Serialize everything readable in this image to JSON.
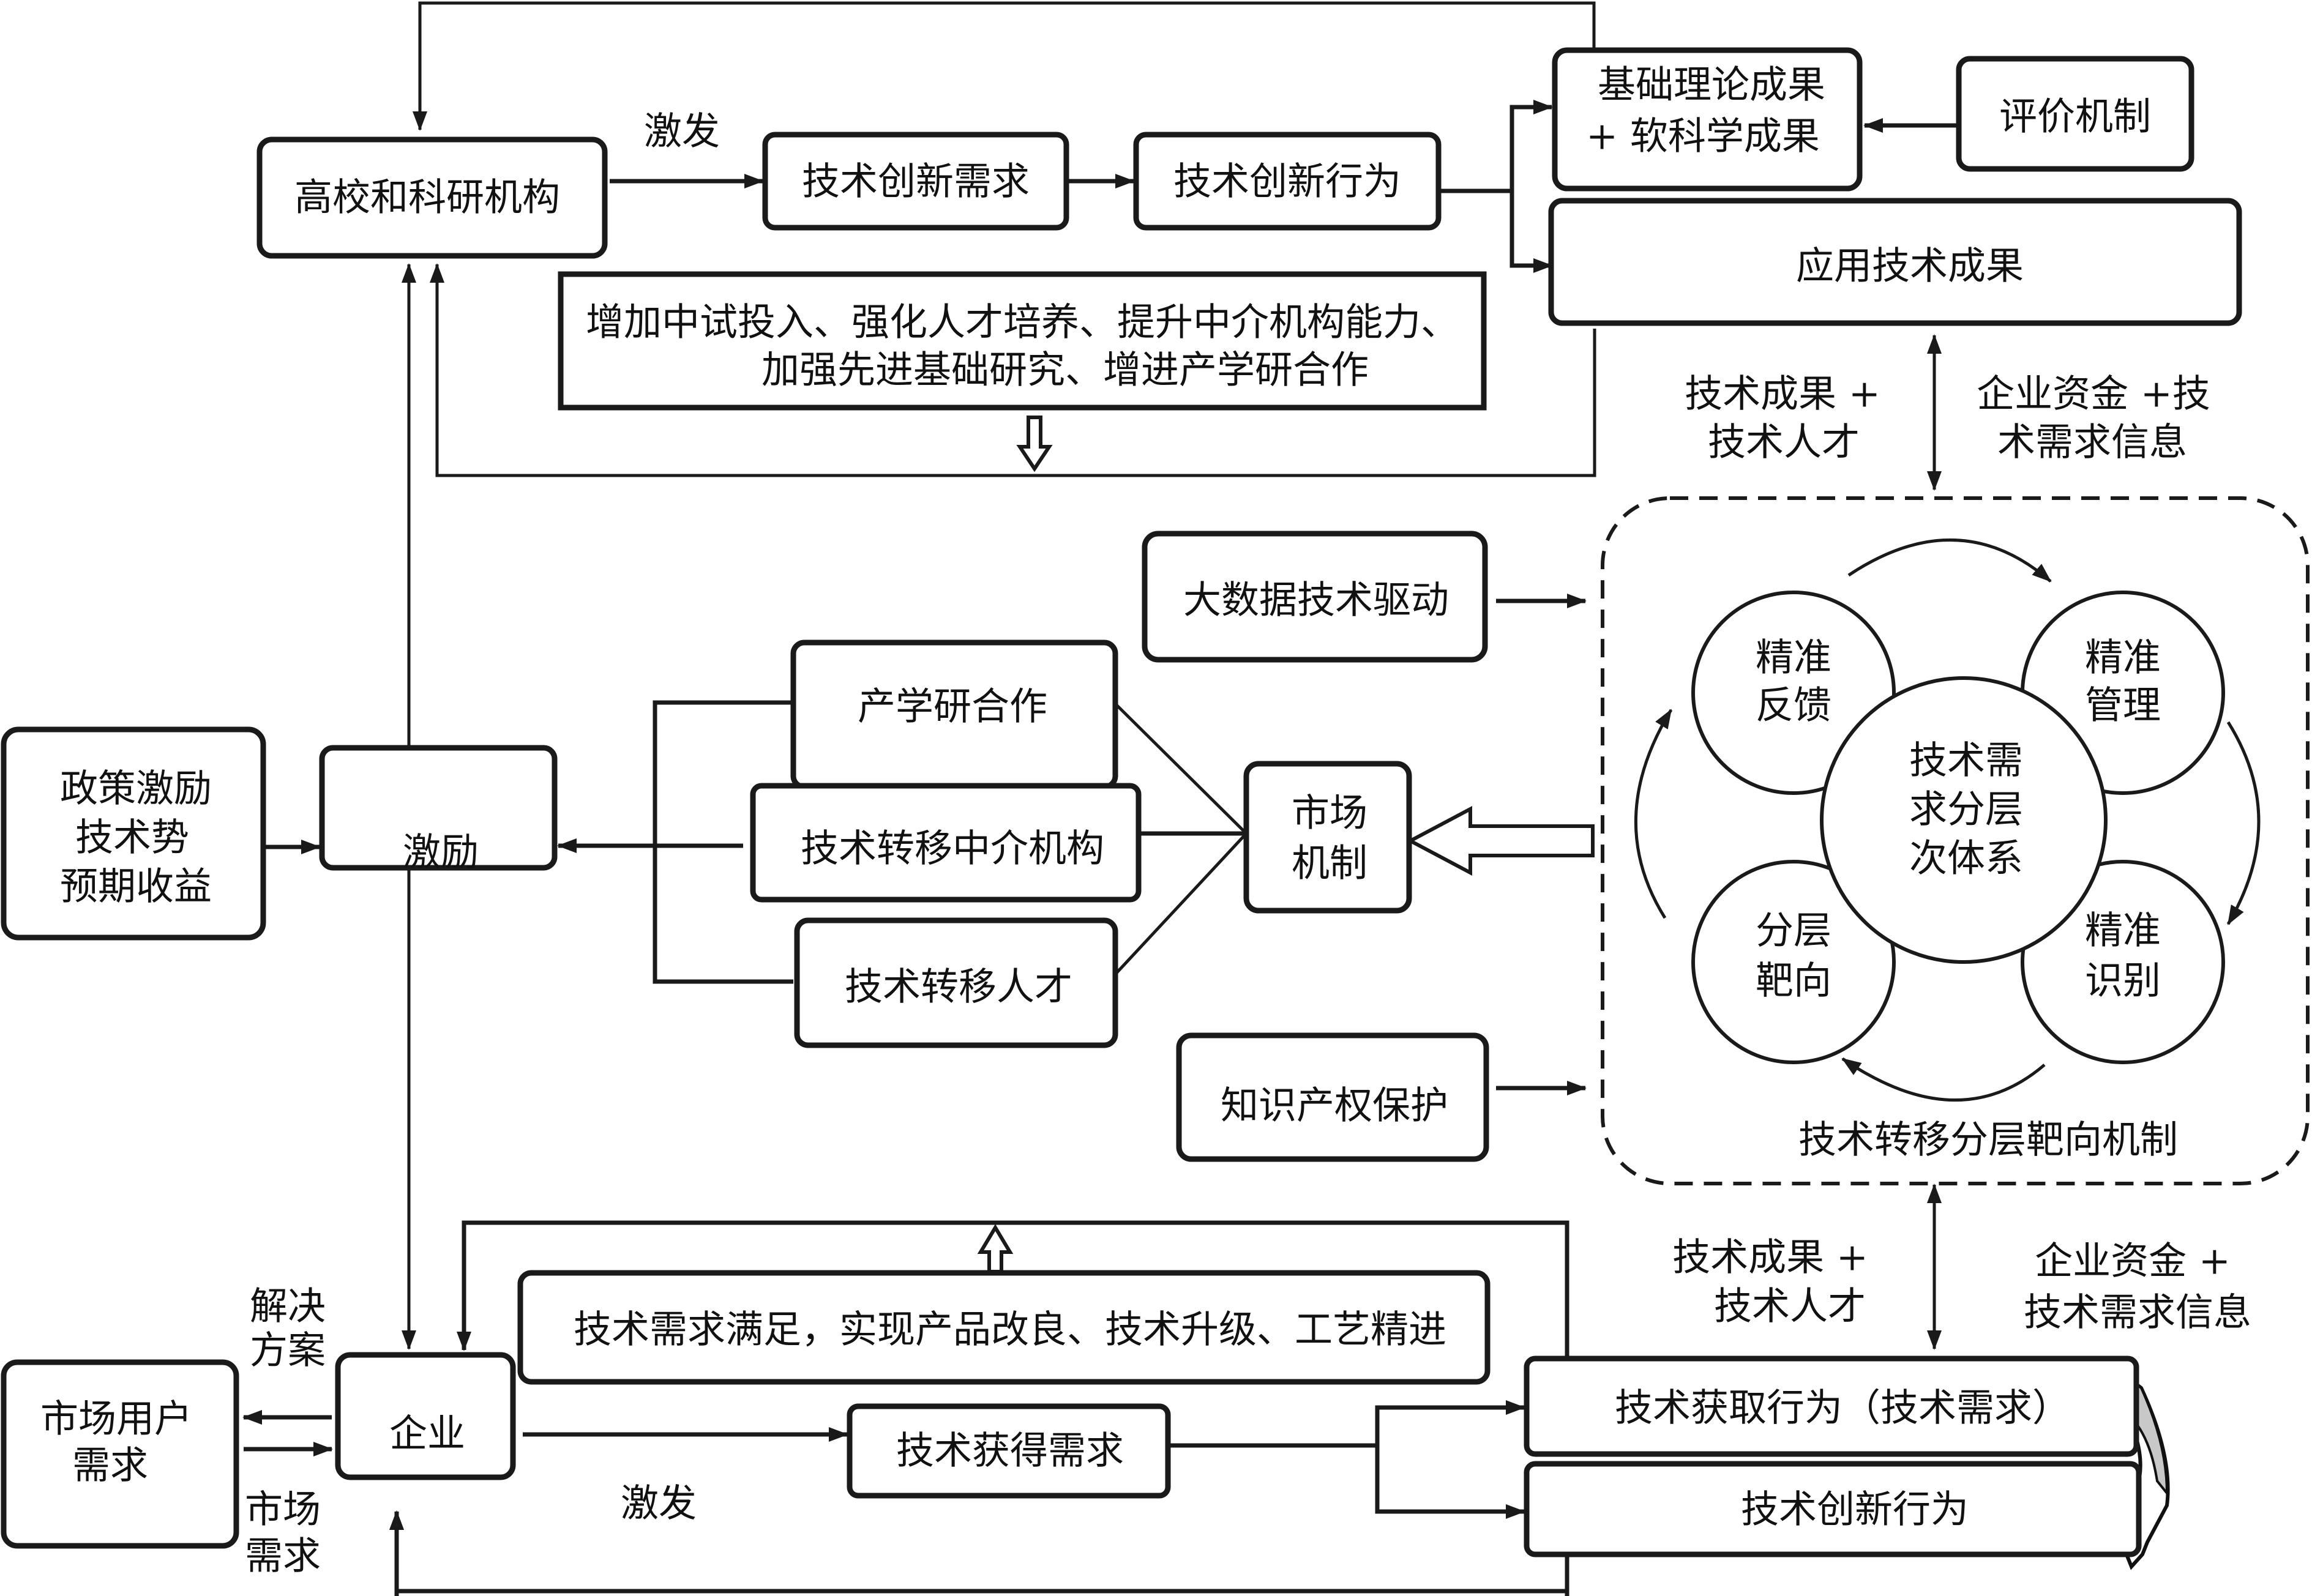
{
  "diagram": {
    "nodes": {
      "universities": "高校和科研机构",
      "innovation_demand": "技术创新需求",
      "innovation_behavior_top": "技术创新行为",
      "basic_theory_line1": "基础理论成果",
      "basic_theory_line2": "+ 软科学成果",
      "evaluation": "评价机制",
      "applied_tech": "应用技术成果",
      "measures_line1": "增加中试投入、强化人才培养、提升中介机构能力、",
      "measures_line2": "加强先进基础研究、增进产学研合作",
      "policy_line1": "政策激励",
      "policy_line2": "技术势",
      "policy_line3": "预期收益",
      "incentive": "激励",
      "iur_cooperation": "产学研合作",
      "intermediary": "技术转移中介机构",
      "talent": "技术转移人才",
      "market_line1": "市场",
      "market_line2": "机制",
      "big_data": "大数据技术驱动",
      "ip_protection": "知识产权保护",
      "center_line1": "技术需",
      "center_line2": "求分层",
      "center_line3": "次体系",
      "feedback_line1": "精准",
      "feedback_line2": "反馈",
      "management_line1": "精准",
      "management_line2": "管理",
      "identification_line1": "精准",
      "identification_line2": "识别",
      "targeting_line1": "分层",
      "targeting_line2": "靶向",
      "mechanism_title": "技术转移分层靶向机制",
      "satisfaction": "技术需求满足，实现产品改良、技术升级、工艺精进",
      "market_users_line1": "市场用户",
      "market_users_line2": "需求",
      "enterprise": "企业",
      "acquisition_demand": "技术获得需求",
      "acquisition_behavior": "技术获取行为（技术需求）",
      "innovation_behavior_bottom": "技术创新行为"
    },
    "edge_labels": {
      "trigger_top": "激发",
      "trigger_bottom": "激发",
      "solution_line1": "解决",
      "solution_line2": "方案",
      "market_demand_line1": "市场",
      "market_demand_line2": "需求",
      "upper_left_line1": "技术成果 +",
      "upper_left_line2": "技术人才",
      "upper_right_line1": "企业资金 +技",
      "upper_right_line2": "术需求信息",
      "lower_left_line1": "技术成果 +",
      "lower_left_line2": "技术人才",
      "lower_right_line1": "企业资金 +",
      "lower_right_line2": "技术需求信息"
    }
  }
}
